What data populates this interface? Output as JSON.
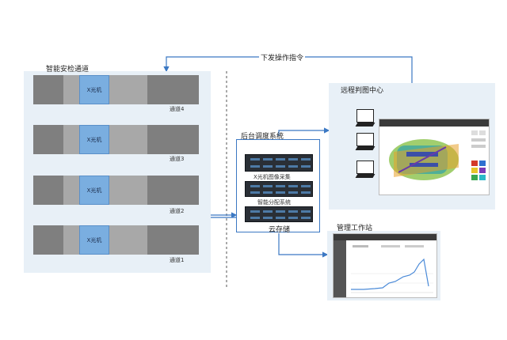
{
  "command_label": "下发操作指令",
  "inspection": {
    "title": "智能安检通道",
    "xray_label": "X光机",
    "channels": [
      "通道4",
      "通道3",
      "通道2",
      "通道1"
    ]
  },
  "backend": {
    "title": "后台调度系统",
    "acquisition_label": "X光机图像采集",
    "distribution_label": "智能分配系统",
    "cloud_label": "云存储"
  },
  "remote_center": {
    "title": "远程判图中心"
  },
  "workstation": {
    "title": "管理工作站"
  },
  "colors": {
    "arrow": "#3b78c3",
    "panel_bg": "#e8f0f7",
    "xray_unit": "#7aaee0",
    "lane_dark": "#7f7f7f",
    "lane_light": "#a8a8a8"
  }
}
